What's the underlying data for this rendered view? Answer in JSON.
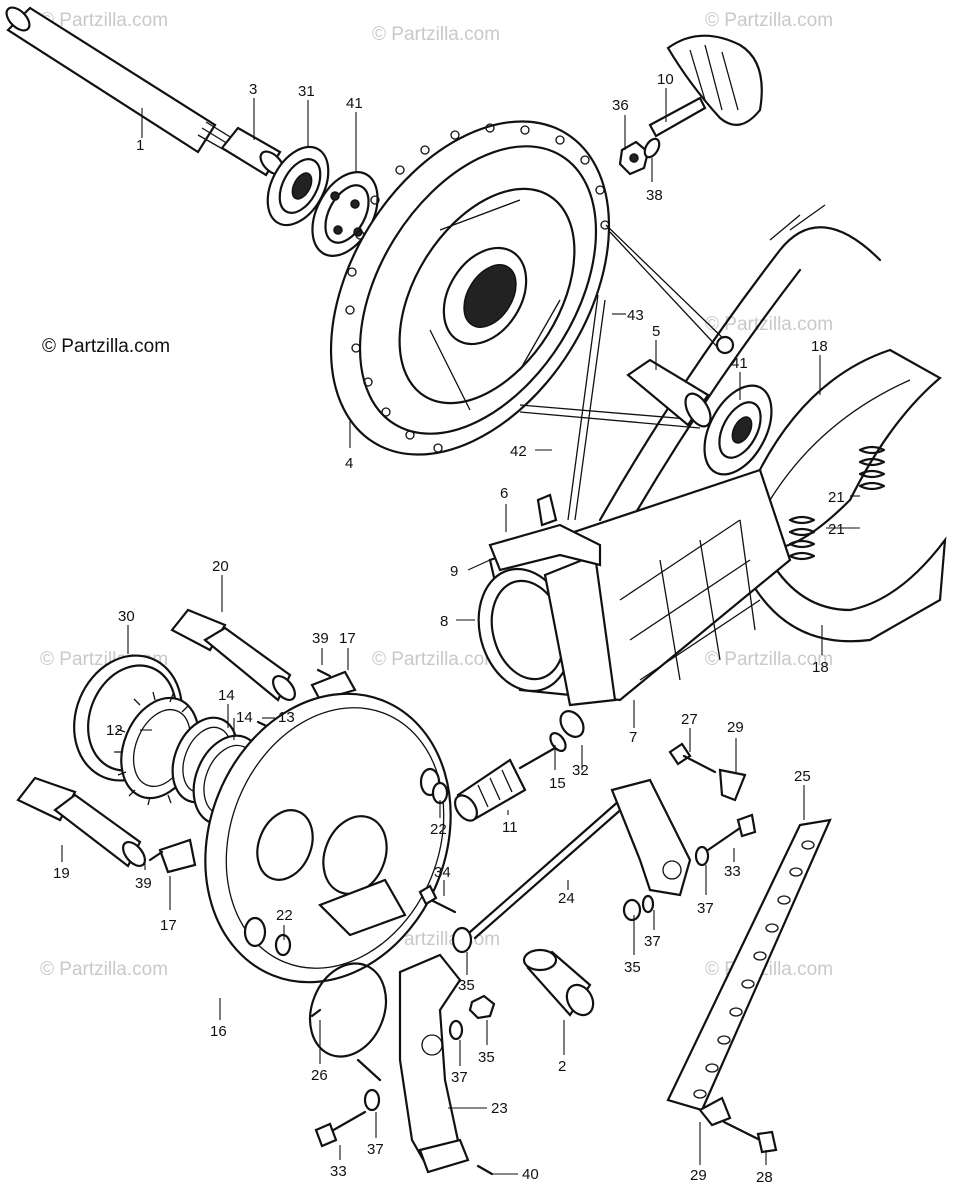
{
  "copyright": "© Partzilla.com",
  "watermark": "© Partzilla.com",
  "callouts": [
    {
      "id": "c1",
      "label": "1"
    },
    {
      "id": "c3",
      "label": "3"
    },
    {
      "id": "c31",
      "label": "31"
    },
    {
      "id": "c41a",
      "label": "41"
    },
    {
      "id": "c36",
      "label": "36"
    },
    {
      "id": "c10",
      "label": "10"
    },
    {
      "id": "c38",
      "label": "38"
    },
    {
      "id": "c43",
      "label": "43"
    },
    {
      "id": "c5",
      "label": "5"
    },
    {
      "id": "c41b",
      "label": "41"
    },
    {
      "id": "c18a",
      "label": "18"
    },
    {
      "id": "c4",
      "label": "4"
    },
    {
      "id": "c42",
      "label": "42"
    },
    {
      "id": "c21a",
      "label": "21"
    },
    {
      "id": "c21b",
      "label": "21"
    },
    {
      "id": "c6",
      "label": "6"
    },
    {
      "id": "c9",
      "label": "9"
    },
    {
      "id": "c8",
      "label": "8"
    },
    {
      "id": "c18b",
      "label": "18"
    },
    {
      "id": "c7",
      "label": "7"
    },
    {
      "id": "c20",
      "label": "20"
    },
    {
      "id": "c30",
      "label": "30"
    },
    {
      "id": "c39a",
      "label": "39"
    },
    {
      "id": "c17a",
      "label": "17"
    },
    {
      "id": "c14a",
      "label": "14"
    },
    {
      "id": "c12",
      "label": "12"
    },
    {
      "id": "c14b",
      "label": "14"
    },
    {
      "id": "c13",
      "label": "13"
    },
    {
      "id": "c27",
      "label": "27"
    },
    {
      "id": "c29a",
      "label": "29"
    },
    {
      "id": "c25",
      "label": "25"
    },
    {
      "id": "c15",
      "label": "15"
    },
    {
      "id": "c32",
      "label": "32"
    },
    {
      "id": "c22a",
      "label": "22"
    },
    {
      "id": "c11",
      "label": "11"
    },
    {
      "id": "c33a",
      "label": "33"
    },
    {
      "id": "c19",
      "label": "19"
    },
    {
      "id": "c39b",
      "label": "39"
    },
    {
      "id": "c17b",
      "label": "17"
    },
    {
      "id": "c34",
      "label": "34"
    },
    {
      "id": "c24",
      "label": "24"
    },
    {
      "id": "c37a",
      "label": "37"
    },
    {
      "id": "c37b",
      "label": "37"
    },
    {
      "id": "c22b",
      "label": "22"
    },
    {
      "id": "c35a",
      "label": "35"
    },
    {
      "id": "c35b",
      "label": "35"
    },
    {
      "id": "c16",
      "label": "16"
    },
    {
      "id": "c35c",
      "label": "35"
    },
    {
      "id": "c2",
      "label": "2"
    },
    {
      "id": "c26",
      "label": "26"
    },
    {
      "id": "c37c",
      "label": "37"
    },
    {
      "id": "c23",
      "label": "23"
    },
    {
      "id": "c37d",
      "label": "37"
    },
    {
      "id": "c33b",
      "label": "33"
    },
    {
      "id": "c40",
      "label": "40"
    },
    {
      "id": "c29b",
      "label": "29"
    },
    {
      "id": "c28",
      "label": "28"
    }
  ]
}
